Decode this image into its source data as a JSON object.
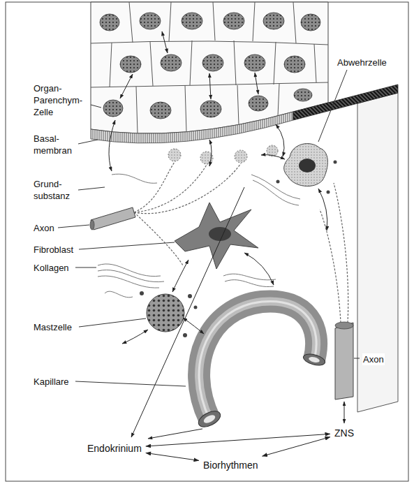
{
  "diagram": {
    "nodes": [
      {
        "text": [
          "ZNS"
        ]
      },
      {
        "text": [
          "Endokrinium"
        ]
      },
      {
        "text": [
          "Biorhythmen"
        ]
      }
    ],
    "edges": [
      {
        "from": 1,
        "to": 0,
        "arrow": "both"
      },
      {
        "from": 1,
        "to": 2,
        "arrow": "both"
      },
      {
        "from": 2,
        "to": 0,
        "arrow": "both"
      }
    ],
    "labels": [
      "Abwehrzelle",
      "Organ- Parenchym- Zelle",
      "Basal- membran",
      "Grund- substanz",
      "Axon",
      "Fibroblast",
      "Kollagen",
      "Mastzelle",
      "Axon",
      "Kapillare"
    ]
  }
}
